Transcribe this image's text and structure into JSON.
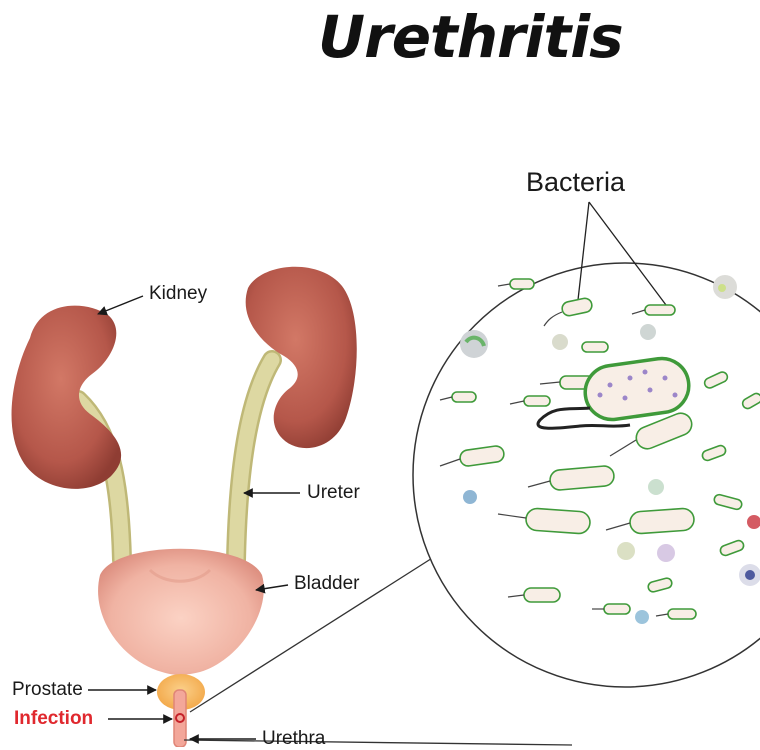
{
  "title": "Urethritis",
  "labels": {
    "bacteria": "Bacteria",
    "kidney": "Kidney",
    "ureter": "Ureter",
    "bladder": "Bladder",
    "prostate": "Prostate",
    "infection": "Infection",
    "urethra": "Urethra"
  },
  "colors": {
    "kidney": "#b5574a",
    "ureter": "#d8d39a",
    "bladder": "#f0b3a3",
    "prostate": "#f6b55e",
    "infection": "#e0282e",
    "bacteria_outline": "#3f9a3a",
    "bacteria_fill": "#f8eee6"
  }
}
